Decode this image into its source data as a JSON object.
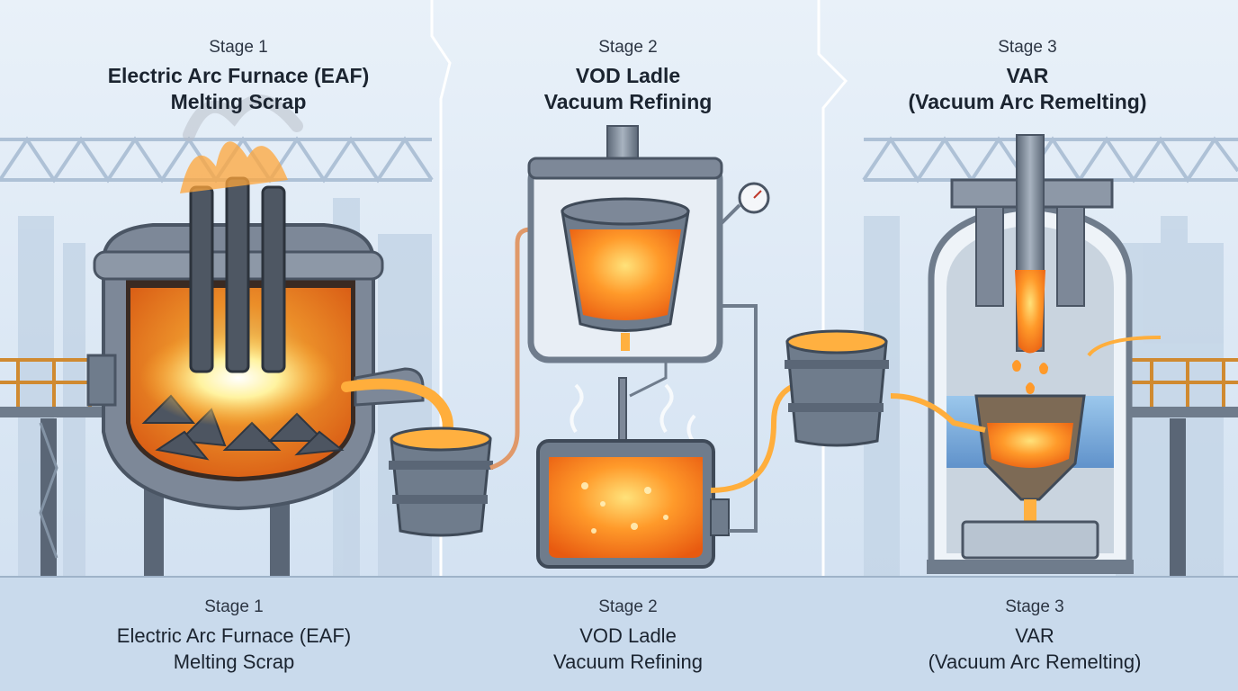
{
  "panels": [
    {
      "top": {
        "stage": "Stage 1",
        "line1": "Electric Arc Furnace (EAF)",
        "line2": "Melting Scrap"
      },
      "bottom": {
        "stage": "Stage 1",
        "line1": "Electric Arc Furnace (EAF)",
        "line2": "Melting Scrap"
      }
    },
    {
      "top": {
        "stage": "Stage 2",
        "line1": "VOD Ladle",
        "line2": "Vacuum Refining"
      },
      "bottom": {
        "stage": "Stage 2",
        "line1": "VOD Ladle",
        "line2": "Vacuum Refining"
      }
    },
    {
      "top": {
        "stage": "Stage 3",
        "line1": "VAR",
        "line2": "(Vacuum Arc Remelting)"
      },
      "bottom": {
        "stage": "Stage 3",
        "line1": "VAR",
        "line2": "(Vacuum Arc Remelting)"
      }
    }
  ],
  "colors": {
    "background": "#dfeaf6",
    "steel": "#6f7c8c",
    "molten": "#ff8a1c",
    "glow": "#ffd35a",
    "water": "#5aa0e0"
  }
}
